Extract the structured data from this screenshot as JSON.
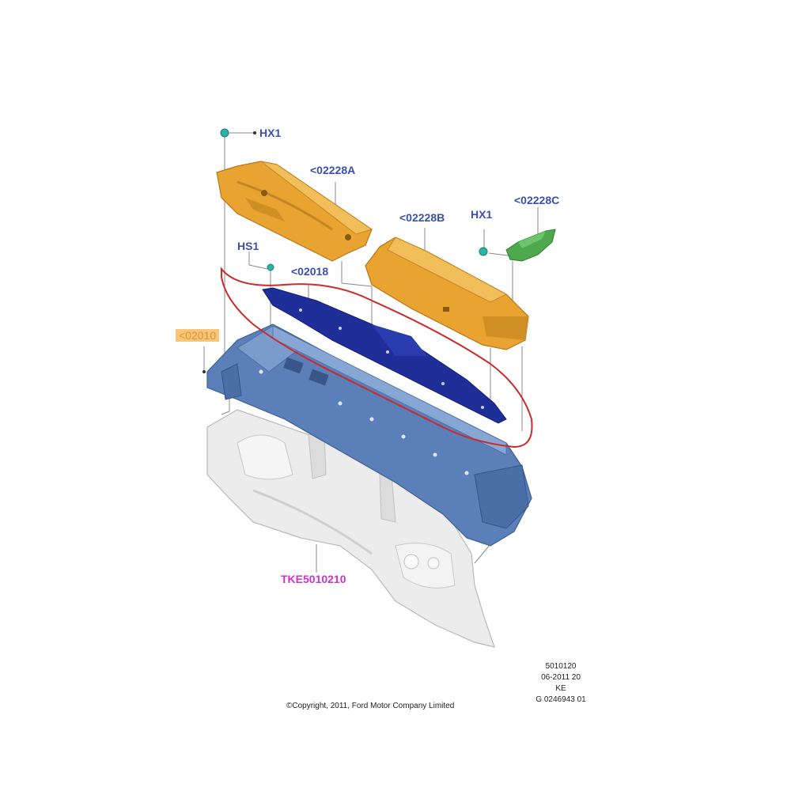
{
  "labels": {
    "hx1_top": "HX1",
    "part_02228a": "<02228A",
    "part_02228b": "<02228B",
    "hx1_right": "HX1",
    "part_02228c": "<02228C",
    "hs1": "HS1",
    "part_02018": "<02018",
    "part_02010": "<02010",
    "part_tke": "TKE5010210"
  },
  "meta": {
    "line1": "5010120",
    "line2": "06-2011 20",
    "line3": "KE",
    "line4": "G 0246943 01",
    "copyright": "©Copyright, 2011, Ford Motor Company Limited"
  },
  "colors": {
    "orange_part": "#e8a330",
    "blue_dark_part": "#1f2f9a",
    "blue_part": "#5b7fb8",
    "green_part": "#4ea84e",
    "grey_part": "#e6e6e6",
    "fastener": "#2ab3a8",
    "highlight_ring": "#cc2a2a",
    "label_text": "#3a4fb0",
    "label_pink": "#cc33cc"
  }
}
